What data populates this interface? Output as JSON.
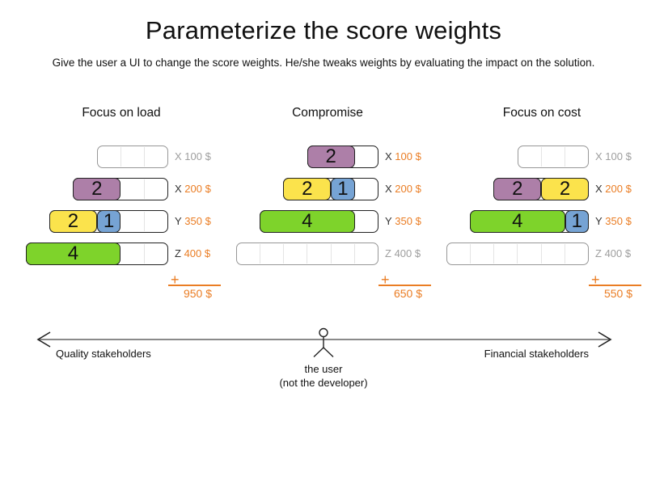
{
  "slide": {
    "title": "Parameterize the score weights",
    "subtitle": "Give the user a UI to change the score weights. He/she tweaks weights by evaluating the impact on the solution."
  },
  "palette": {
    "purple": "#ad7fa8",
    "yellow": "#fbe34c",
    "blue": "#76a3d4",
    "green": "#7ed32b",
    "orange": "#ea7d24",
    "grey_text": "#9e9e9e",
    "letter_text": "#333333"
  },
  "columns": [
    {
      "title": "Focus on load",
      "plus": "+",
      "total": "950 $",
      "rows": [
        {
          "letter": "X",
          "value": "100 $",
          "cells": 3,
          "blocks": []
        },
        {
          "letter": "X",
          "value": "200 $",
          "cells": 4,
          "blocks": [
            {
              "label": "2",
              "span": 2,
              "color": "purple"
            }
          ]
        },
        {
          "letter": "Y",
          "value": "350 $",
          "cells": 5,
          "blocks": [
            {
              "label": "2",
              "span": 2,
              "color": "yellow"
            },
            {
              "label": "1",
              "span": 1,
              "color": "blue"
            }
          ]
        },
        {
          "letter": "Z",
          "value": "400 $",
          "cells": 6,
          "blocks": [
            {
              "label": "4",
              "span": 4,
              "color": "green"
            }
          ]
        }
      ]
    },
    {
      "title": "Compromise",
      "plus": "+",
      "total": "650 $",
      "rows": [
        {
          "letter": "X",
          "value": "100 $",
          "cells": 3,
          "blocks": [
            {
              "label": "2",
              "span": 2,
              "color": "purple"
            }
          ]
        },
        {
          "letter": "X",
          "value": "200 $",
          "cells": 4,
          "blocks": [
            {
              "label": "2",
              "span": 2,
              "color": "yellow"
            },
            {
              "label": "1",
              "span": 1,
              "color": "blue"
            }
          ]
        },
        {
          "letter": "Y",
          "value": "350 $",
          "cells": 5,
          "blocks": [
            {
              "label": "4",
              "span": 4,
              "color": "green"
            }
          ]
        },
        {
          "letter": "Z",
          "value": "400 $",
          "cells": 6,
          "blocks": []
        }
      ]
    },
    {
      "title": "Focus on cost",
      "plus": "+",
      "total": "550 $",
      "rows": [
        {
          "letter": "X",
          "value": "100 $",
          "cells": 3,
          "blocks": []
        },
        {
          "letter": "X",
          "value": "200 $",
          "cells": 4,
          "blocks": [
            {
              "label": "2",
              "span": 2,
              "color": "purple"
            },
            {
              "label": "2",
              "span": 2,
              "color": "yellow"
            }
          ]
        },
        {
          "letter": "Y",
          "value": "350 $",
          "cells": 5,
          "blocks": [
            {
              "label": "4",
              "span": 4,
              "color": "green"
            },
            {
              "label": "1",
              "span": 1,
              "color": "blue"
            }
          ]
        },
        {
          "letter": "Z",
          "value": "400 $",
          "cells": 6,
          "blocks": []
        }
      ]
    }
  ],
  "axis": {
    "left_label": "Quality stakeholders",
    "right_label": "Financial stakeholders",
    "user_label": "the user",
    "user_sublabel": "(not the developer)"
  }
}
